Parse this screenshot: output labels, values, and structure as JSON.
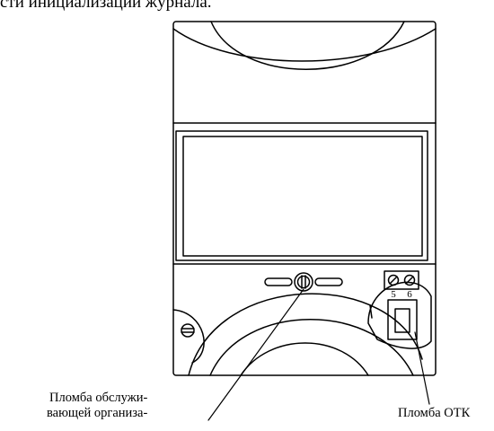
{
  "caption": "сти инициализации журнала.",
  "labels": {
    "service_seal_line1": "Пломба обслужи-",
    "service_seal_line2": "вающей организа-",
    "otk_seal": "Пломба ОТК"
  },
  "terminals": [
    "5",
    "6"
  ]
}
